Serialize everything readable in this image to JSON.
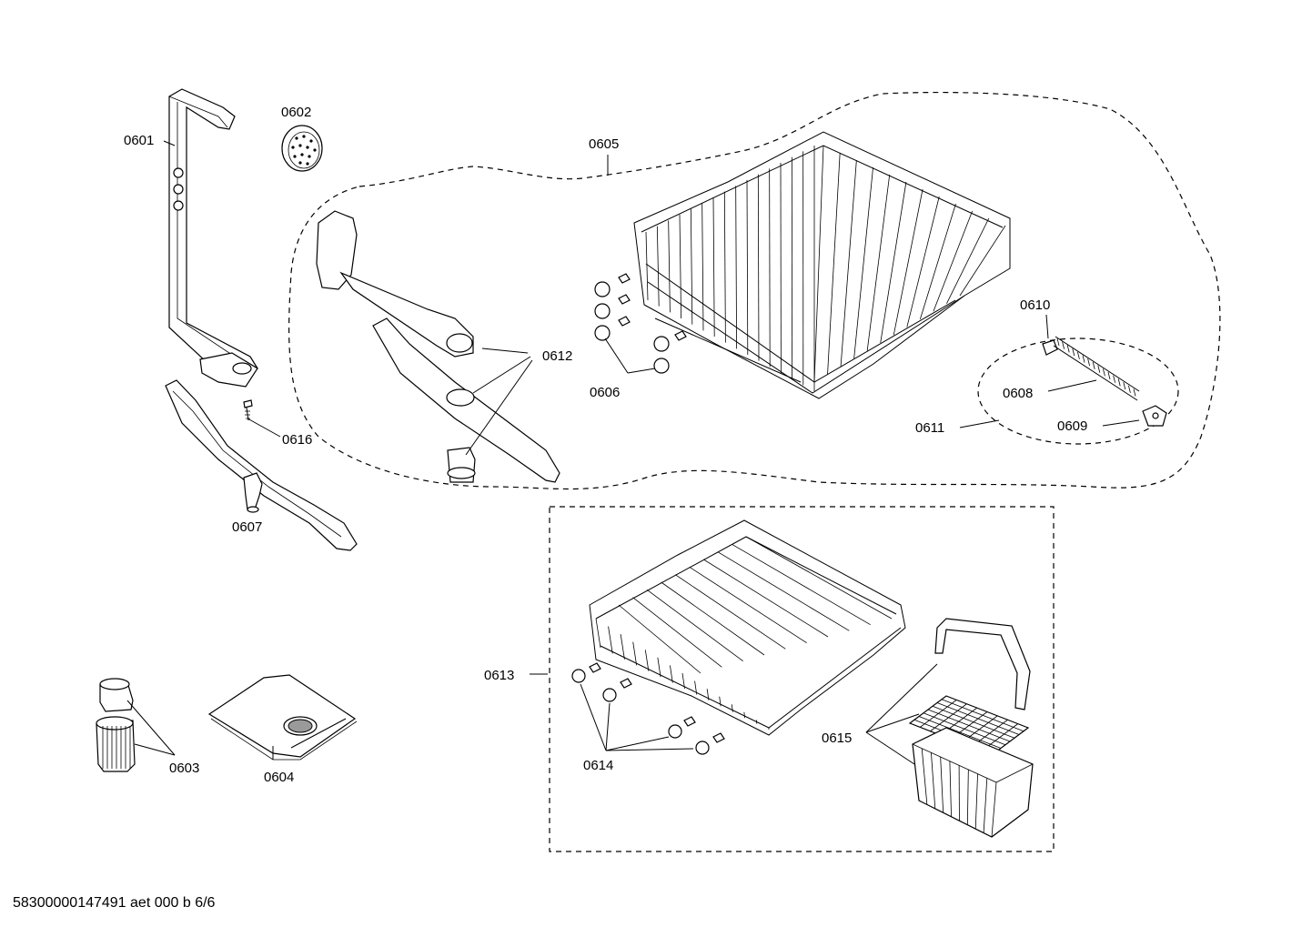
{
  "parts": [
    {
      "id": "0601",
      "label": "0601"
    },
    {
      "id": "0602",
      "label": "0602"
    },
    {
      "id": "0603",
      "label": "0603"
    },
    {
      "id": "0604",
      "label": "0604"
    },
    {
      "id": "0605",
      "label": "0605"
    },
    {
      "id": "0606",
      "label": "0606"
    },
    {
      "id": "0607",
      "label": "0607"
    },
    {
      "id": "0608",
      "label": "0608"
    },
    {
      "id": "0609",
      "label": "0609"
    },
    {
      "id": "0610",
      "label": "0610"
    },
    {
      "id": "0611",
      "label": "0611"
    },
    {
      "id": "0612",
      "label": "0612"
    },
    {
      "id": "0613",
      "label": "0613"
    },
    {
      "id": "0614",
      "label": "0614"
    },
    {
      "id": "0615",
      "label": "0615"
    },
    {
      "id": "0616",
      "label": "0616"
    }
  ],
  "footer": "58300000147491 aet 000 b 6/6"
}
